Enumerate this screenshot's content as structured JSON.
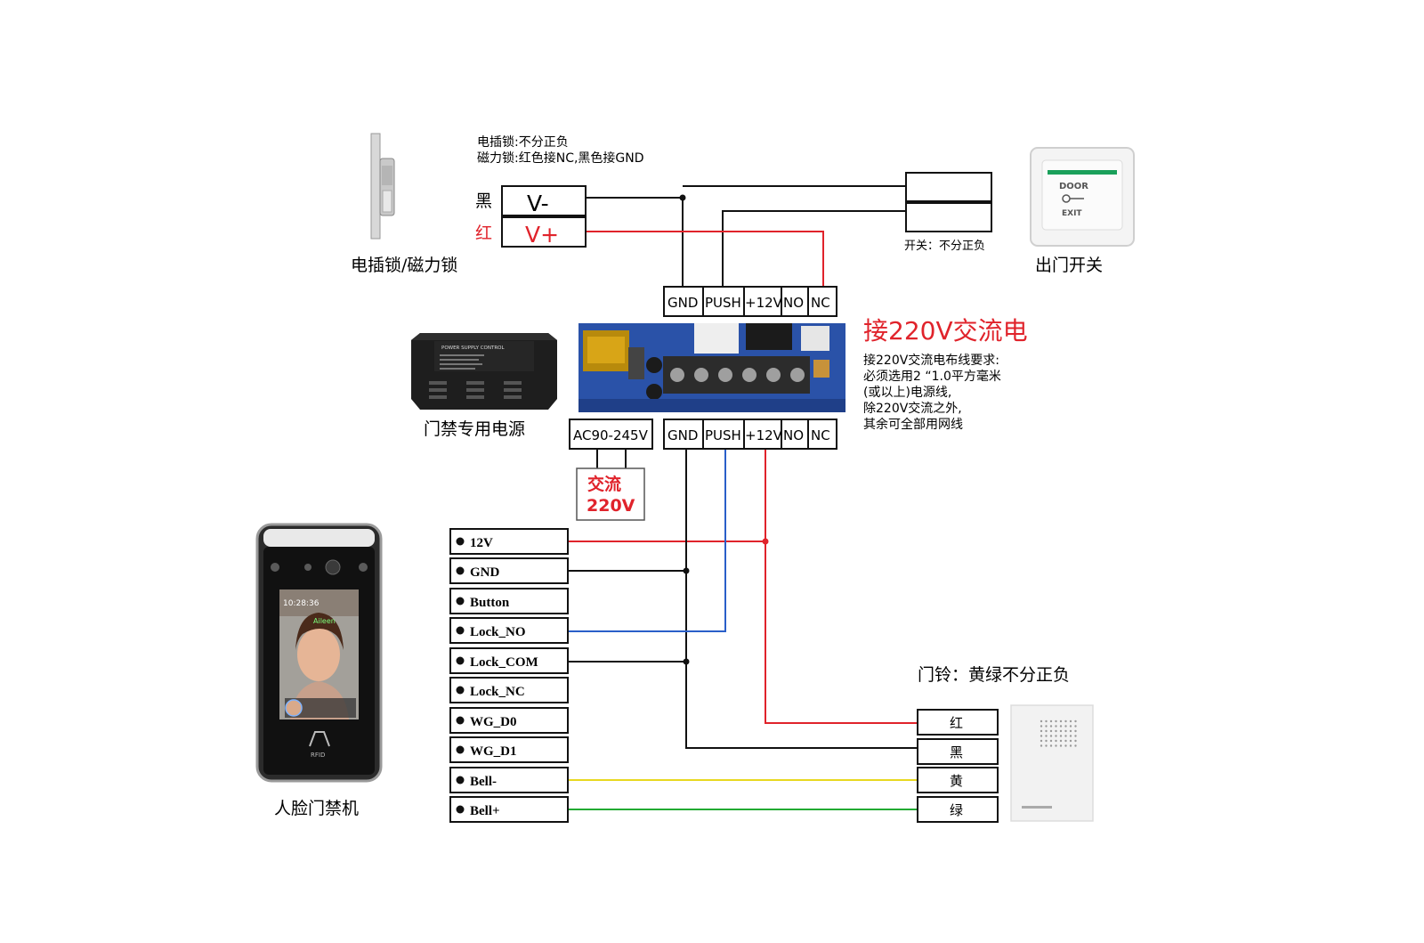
{
  "lock": {
    "note_line1": "电插锁:不分正负",
    "note_line2": "磁力锁:红色接NC,黑色接GND",
    "black_label": "黑",
    "red_label": "红",
    "v_minus": "V-",
    "v_plus": "V+",
    "caption": "电插锁/磁力锁"
  },
  "exit_button": {
    "face_top": "DOOR",
    "face_bottom": "EXIT",
    "switch_note": "开关：不分正负",
    "caption": "出门开关"
  },
  "power_supply": {
    "case_label": "POWER SUPPLY CONTROL",
    "caption": "门禁专用电源",
    "top_terminals": [
      "GND",
      "PUSH",
      "+12V",
      "NO",
      "NC"
    ],
    "bottom_terminals": [
      "GND",
      "PUSH",
      "+12V",
      "NO",
      "NC"
    ],
    "ac_terminal": "AC90-245V",
    "ac_box_line1": "交流",
    "ac_box_line2": "220V"
  },
  "mains_note": {
    "title": "接220V交流电",
    "lines": [
      "接220V交流电布线要求:",
      "必须选用2 “1.0平方毫米",
      "(或以上)电源线,",
      "除220V交流之外,",
      "其余可全部用网线"
    ]
  },
  "terminal": {
    "caption": "人脸门禁机",
    "screen_time": "10:28:36",
    "screen_name": "Aileen",
    "logo": "RFID",
    "pins": [
      "12V",
      "GND",
      "Button",
      "Lock_NO",
      "Lock_COM",
      "Lock_NC",
      "WG_D0",
      "WG_D1",
      "Bell-",
      "Bell+"
    ]
  },
  "doorbell": {
    "note": "门铃：黄绿不分正负",
    "wires": [
      "红",
      "黑",
      "黄",
      "绿"
    ]
  },
  "colors": {
    "wire_black": "#111111",
    "wire_red": "#e0232b",
    "wire_blue": "#2a5fc9",
    "wire_yellow": "#e8d820",
    "wire_green": "#22aa33",
    "label_red": "#e0232b"
  }
}
